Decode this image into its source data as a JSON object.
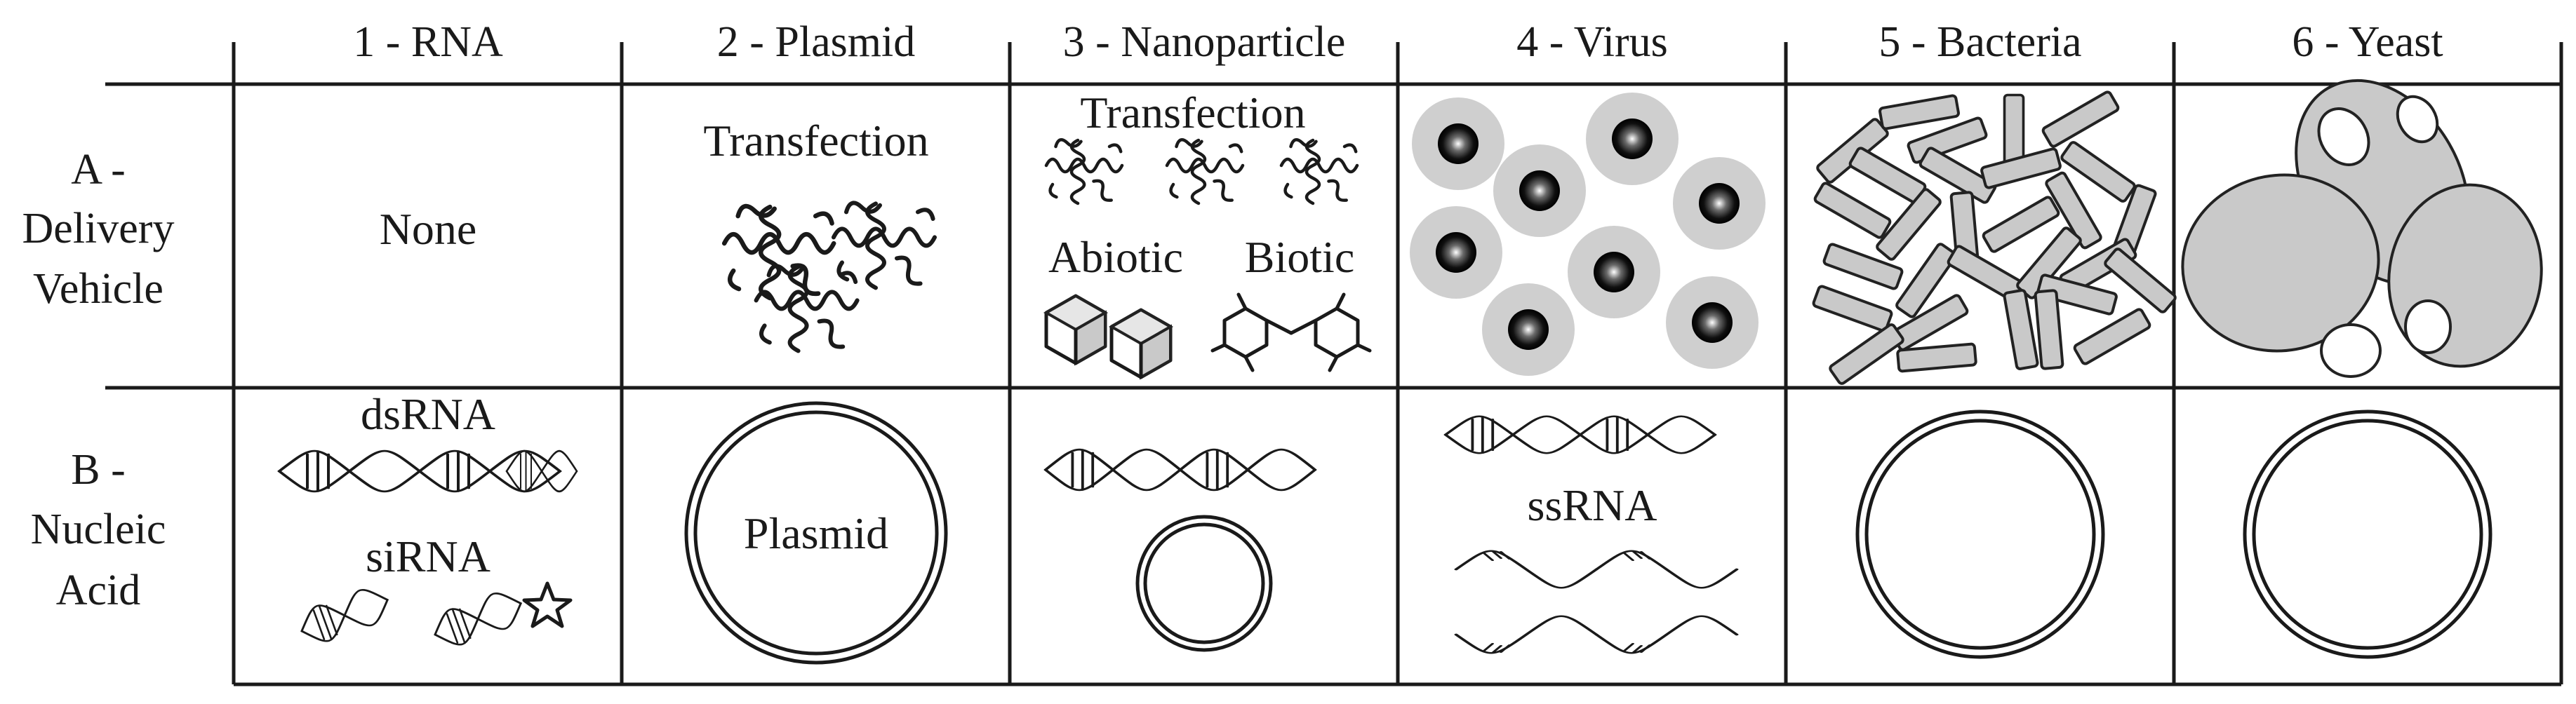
{
  "columns": [
    "1 - RNA",
    "2 - Plasmid",
    "3 - Nanoparticle",
    "4 - Virus",
    "5 - Bacteria",
    "6 - Yeast"
  ],
  "rows": {
    "a": {
      "line1": "A -",
      "line2": "Delivery",
      "line3": "Vehicle"
    },
    "b": {
      "line1": "B -",
      "line2": "Nucleic",
      "line3": "Acid"
    }
  },
  "cells": {
    "a1": {
      "text": "None"
    },
    "a2": {
      "label": "Transfection"
    },
    "a3": {
      "label": "Transfection",
      "abiotic": "Abiotic",
      "biotic": "Biotic"
    },
    "b1": {
      "dsrna": "dsRNA",
      "sirna": "siRNA"
    },
    "b2": {
      "label": "Plasmid"
    },
    "b4": {
      "ssrna": "ssRNA"
    }
  },
  "colors": {
    "line": "#1a1a1a",
    "fill_gray": "#c9c9c9",
    "background": "#ffffff"
  }
}
